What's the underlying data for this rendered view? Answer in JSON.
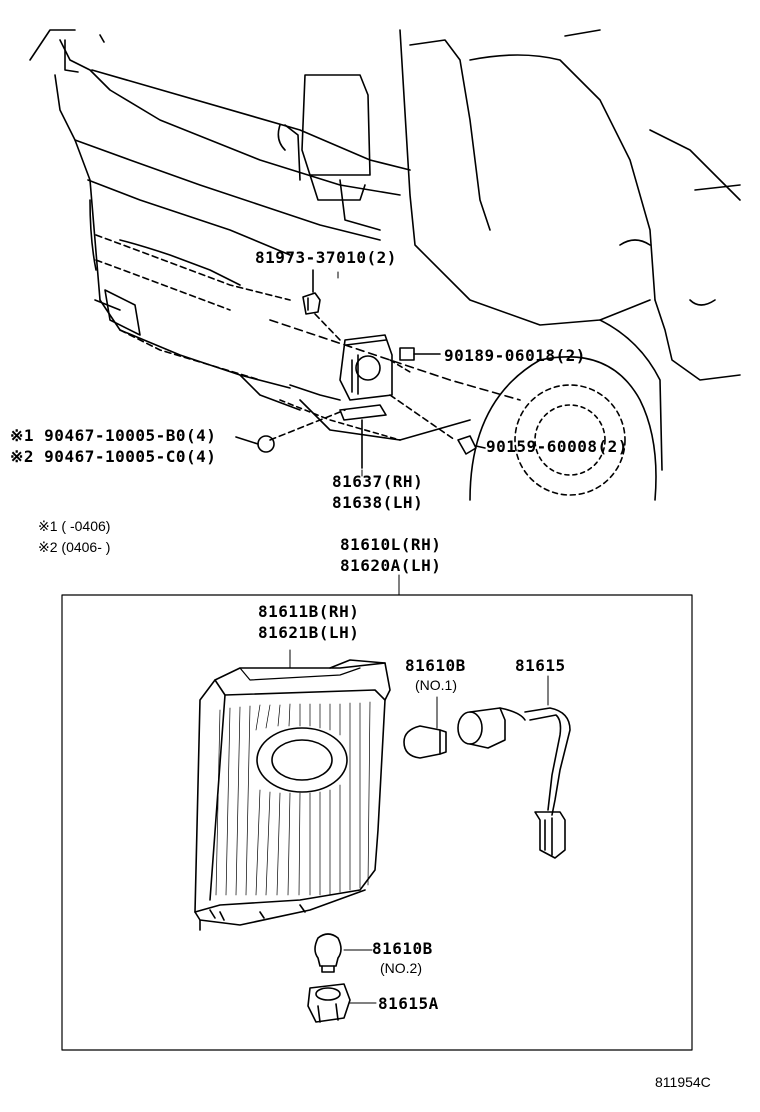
{
  "labels": {
    "part_81973": "81973-37010(2)",
    "part_90189": "90189-06018(2)",
    "part_90467_b0": "※1 90467-10005-B0(4)",
    "part_90467_c0": "※2 90467-10005-C0(4)",
    "part_90159": "90159-60008(2)",
    "part_81637": "81637(RH)",
    "part_81638": "81638(LH)",
    "note_1": "※1 (     -0406)",
    "note_2": "※2 (0406-      )",
    "part_81610l": "81610L(RH)",
    "part_81620a": "81620A(LH)",
    "part_81611b": "81611B(RH)",
    "part_81621b": "81621B(LH)",
    "part_81610b_1": "81610B",
    "no_1": "(NO.1)",
    "part_81615": "81615",
    "part_81610b_2": "81610B",
    "no_2": "(NO.2)",
    "part_81615a": "81615A",
    "diagram_code": "811954C"
  }
}
